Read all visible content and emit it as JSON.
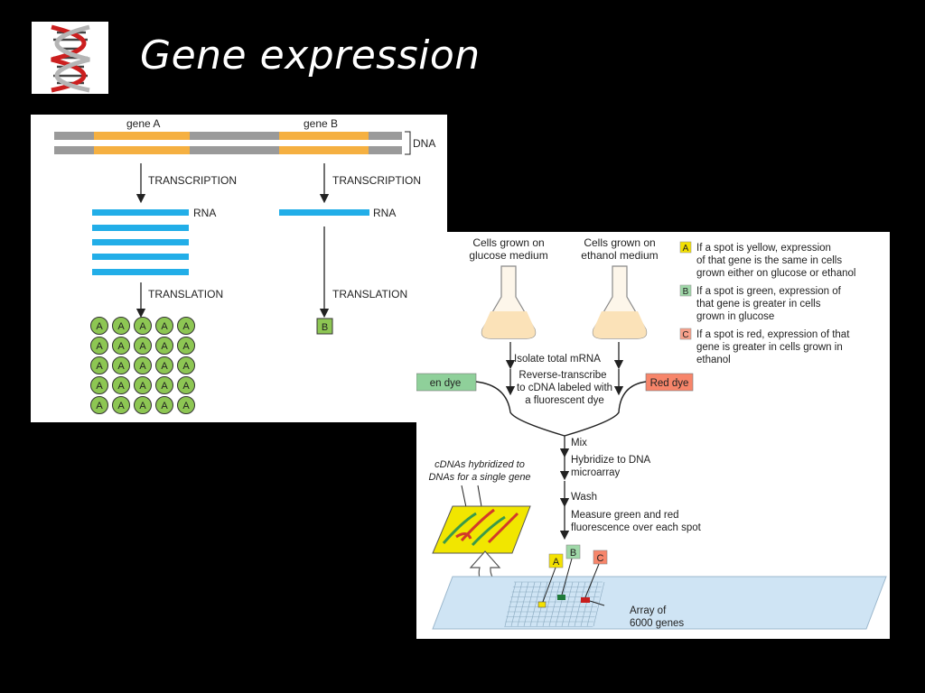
{
  "title": "Gene expression",
  "logo_icon": "dna-helix-icon",
  "left_diagram": {
    "gene_a_label": "gene A",
    "gene_b_label": "gene B",
    "dna_label": "DNA",
    "transcription_a": "TRANSCRIPTION",
    "transcription_b": "TRANSCRIPTION",
    "rna_a": "RNA",
    "rna_b": "RNA",
    "translation_a": "TRANSLATION",
    "translation_b": "TRANSLATION",
    "protein_a_letter": "A",
    "protein_b_letter": "B",
    "colors": {
      "dna": "#9a9a9a",
      "gene": "#f5b041",
      "rna": "#22aee8",
      "protein": "#8dc653"
    }
  },
  "right_diagram": {
    "cells_glucose": [
      "Cells grown on",
      "glucose medium"
    ],
    "cells_ethanol": [
      "Cells grown on",
      "ethanol medium"
    ],
    "step_isolate": "Isolate total mRNA",
    "step_reverse": [
      "Reverse-transcribe",
      "to cDNA labeled with",
      "a fluorescent dye"
    ],
    "green_dye": "en dye",
    "red_dye": "Red dye",
    "step_mix": "Mix",
    "step_hybridize": [
      "Hybridize to DNA",
      "microarray"
    ],
    "step_wash": "Wash",
    "step_measure": [
      "Measure green and red",
      "fluorescence over each spot"
    ],
    "cdna_label": [
      "cDNAs hybridized to",
      "DNAs for a single gene"
    ],
    "array_label": [
      "Array of",
      "6000 genes"
    ],
    "key": [
      {
        "letter": "A",
        "color": "#f4e100",
        "lines": [
          "If a spot is yellow, expression",
          "of that gene is the same in cells",
          "grown either on glucose or ethanol"
        ]
      },
      {
        "letter": "B",
        "color": "#9fd8a8",
        "lines": [
          "If a spot is green, expression of",
          "that gene is greater in cells",
          "grown in glucose"
        ]
      },
      {
        "letter": "C",
        "color": "#f7a08a",
        "lines": [
          "If a spot is red, expression of that",
          "gene is greater in cells grown in",
          "ethanol"
        ]
      }
    ],
    "spot_labels": [
      "A",
      "B",
      "C"
    ]
  }
}
